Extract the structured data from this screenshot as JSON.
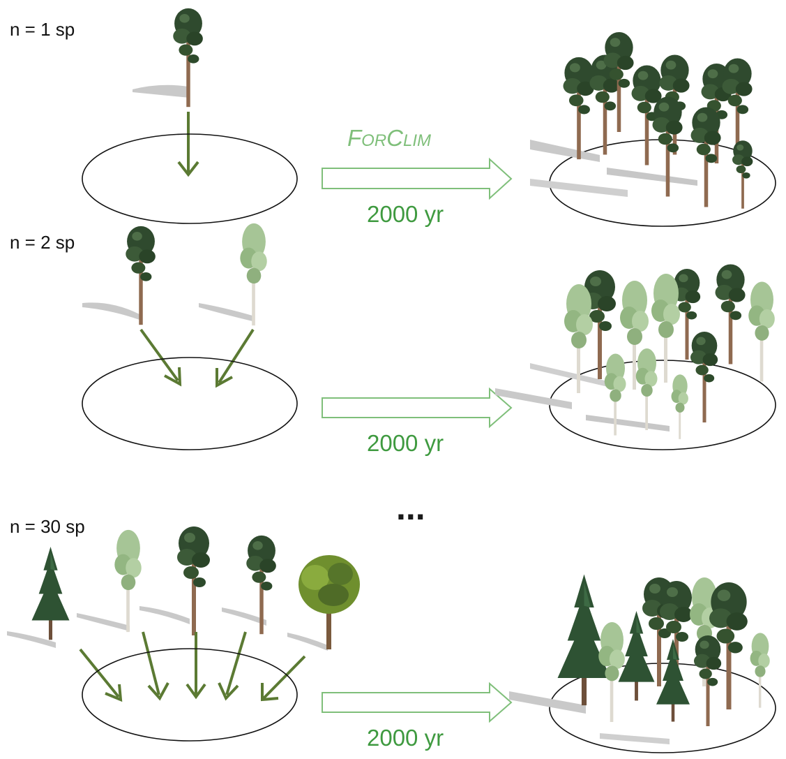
{
  "model": {
    "name_first_cap": "F",
    "name_small_caps_1": "OR",
    "name_second_cap": "C",
    "name_small_caps_2": "LIM"
  },
  "rows": [
    {
      "label": "n = 1 sp",
      "duration": "2000 yr"
    },
    {
      "label": "n = 2 sp",
      "duration": "2000 yr"
    },
    {
      "label": "n = 30 sp",
      "duration": "2000 yr"
    }
  ],
  "ellipsis": "...",
  "colors": {
    "arrow_dark": "#5b7a33",
    "arrow_light": "#7fbf7a",
    "text_green": "#3f9a40",
    "pine_dark": "#2f4a2e",
    "birch_light": "#9fc08e",
    "spruce": "#2e5233",
    "broadleaf": "#6f8f2e",
    "trunk": "#9a6a48",
    "shadow": "#c7c7c7"
  },
  "icons": [
    "pine-tree-icon",
    "birch-tree-icon",
    "spruce-tree-icon",
    "broadleaf-tree-icon",
    "down-arrow-icon",
    "hollow-right-arrow-icon"
  ]
}
